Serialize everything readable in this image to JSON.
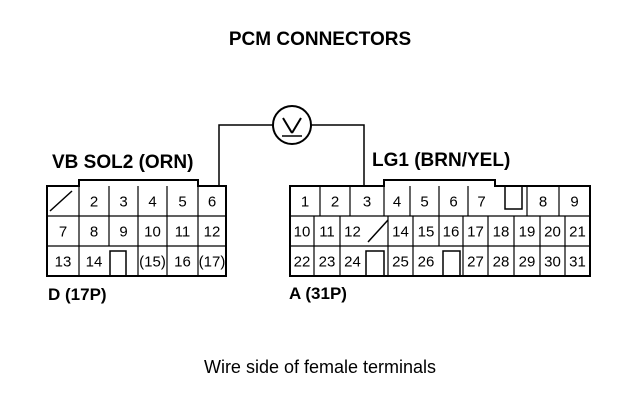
{
  "title": "PCM CONNECTORS",
  "meter_symbol": "V",
  "wire_left": "VB SOL2 (ORN)",
  "wire_right": "LG1 (BRN/YEL)",
  "connector_d": {
    "label": "D (17P)",
    "row1": [
      "",
      "2",
      "3",
      "4",
      "5",
      "6"
    ],
    "row2": [
      "7",
      "8",
      "9",
      "10",
      "11",
      "12"
    ],
    "row3": [
      "13",
      "14",
      "",
      "(15)",
      "16",
      "(17)"
    ]
  },
  "connector_a": {
    "label": "A (31P)",
    "row1": [
      "1",
      "2",
      "3",
      "4",
      "5",
      "6",
      "7",
      "",
      "8",
      "9"
    ],
    "row2": [
      "10",
      "11",
      "12",
      "",
      "14",
      "15",
      "16",
      "17",
      "18",
      "19",
      "20",
      "21"
    ],
    "row3": [
      "22",
      "23",
      "24",
      "",
      "25",
      "26",
      "",
      "27",
      "28",
      "29",
      "30",
      "31"
    ]
  },
  "caption": "Wire side of female terminals"
}
